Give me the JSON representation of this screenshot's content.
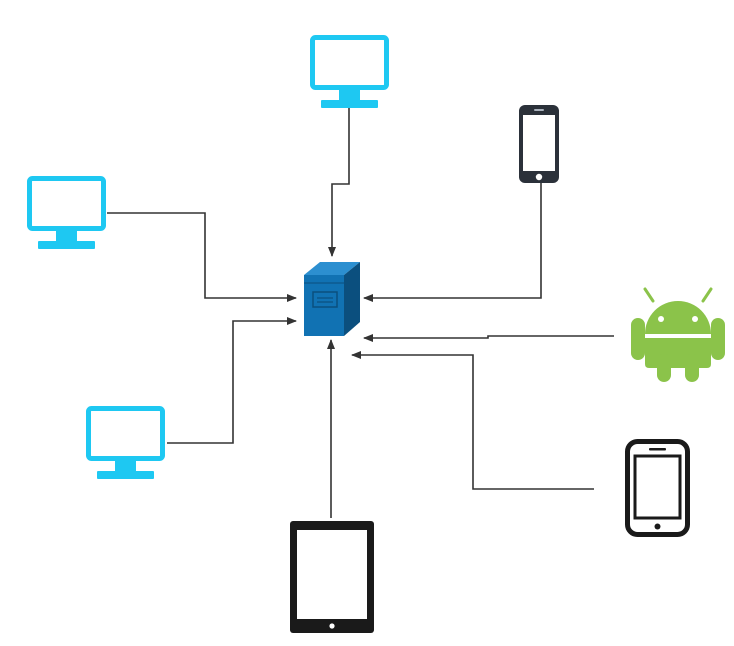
{
  "diagram": {
    "type": "network-topology",
    "colors": {
      "monitor": "#1ec8f2",
      "server": "#1172b3",
      "server_dark": "#0b4f7e",
      "android": "#8bc34a",
      "device_dark": "#1a1a1a",
      "iphone_body": "#2b313a",
      "connector": "#333333"
    },
    "hub": {
      "id": "server",
      "icon": "server-cabinet-icon"
    },
    "nodes": [
      {
        "id": "monitor-top",
        "icon": "desktop-monitor-icon"
      },
      {
        "id": "monitor-left",
        "icon": "desktop-monitor-icon"
      },
      {
        "id": "monitor-bottom-left",
        "icon": "desktop-monitor-icon"
      },
      {
        "id": "iphone",
        "icon": "iphone-icon"
      },
      {
        "id": "android",
        "icon": "android-robot-icon"
      },
      {
        "id": "smartphone",
        "icon": "smartphone-outline-icon"
      },
      {
        "id": "tablet",
        "icon": "tablet-icon"
      }
    ],
    "connections": [
      {
        "from": "monitor-top",
        "to": "server"
      },
      {
        "from": "monitor-left",
        "to": "server"
      },
      {
        "from": "monitor-bottom-left",
        "to": "server"
      },
      {
        "from": "iphone",
        "to": "server"
      },
      {
        "from": "android",
        "to": "server"
      },
      {
        "from": "smartphone",
        "to": "server"
      },
      {
        "from": "tablet",
        "to": "server"
      }
    ]
  }
}
